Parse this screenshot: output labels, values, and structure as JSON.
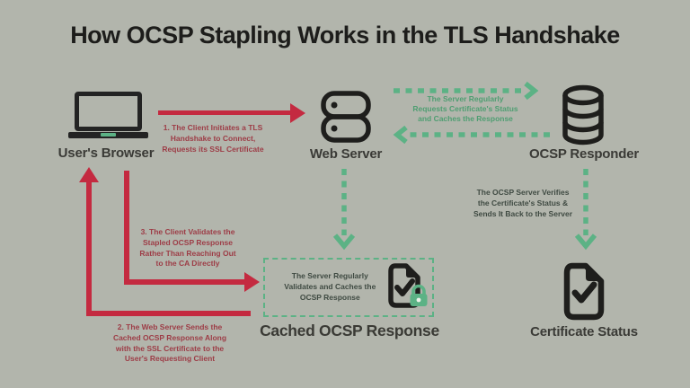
{
  "title": "How OCSP Stapling Works in the TLS Handshake",
  "nodes": {
    "browser": {
      "label": "User's Browser"
    },
    "web_server": {
      "label": "Web Server"
    },
    "ocsp_responder": {
      "label": "OCSP Responder"
    },
    "cached_response": {
      "label": "Cached OCSP Response",
      "box_text": "The Server Regularly\nValidates and Caches the\nOCSP Response"
    },
    "certificate_status": {
      "label": "Certificate Status"
    }
  },
  "annotations": {
    "step1": "1. The Client Initiates a TLS\nHandshake to Connect,\nRequests its SSL Certificate",
    "step2": "2. The Web Server Sends the\nCached OCSP Response Along\nwith the SSL Certificate to the\nUser's Requesting Client",
    "step3": "3. The Client Validates the\nStapled OCSP Response\nRather Than Reaching Out\nto the CA Directly",
    "server_requests": "The Server Regularly\nRequests Certificate's Status\nand Caches the Response",
    "ocsp_verifies": "The OCSP Server Verifies\nthe Certificate's Status &\nSends It Back to the Server"
  },
  "colors": {
    "background": "#b2b5ac",
    "arrow_red": "#c42a40",
    "annotation_red": "#9d3c46",
    "green": "#5cb285",
    "annotation_green": "#4f9e72",
    "icon_black": "#1e1e1c",
    "annotation_dark": "#3f4a42"
  }
}
